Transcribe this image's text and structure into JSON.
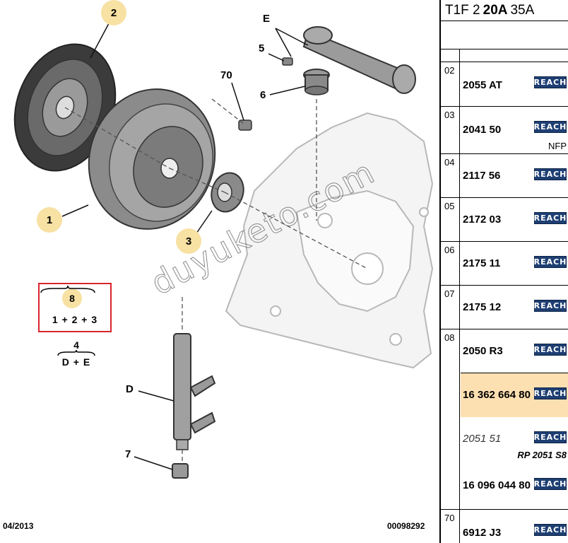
{
  "diagram": {
    "callouts": {
      "c1": "1",
      "c2": "2",
      "c3": "3",
      "c5": "5",
      "c6": "6",
      "c7": "7",
      "cE": "E",
      "cD": "D",
      "c70": "70"
    },
    "kit": {
      "number": "8",
      "formula": "1 + 2 + 3"
    },
    "sub_kit": {
      "number": "4",
      "formula": "D + E"
    },
    "watermark": "duyuketo.com",
    "footer_date": "04/2013",
    "footer_code": "00098292"
  },
  "panel": {
    "header": {
      "part1": "T1F 2",
      "part2": "20A",
      "part3": "35A"
    },
    "rows": [
      {
        "idx": "02",
        "ref": "2055 AT",
        "reach": "REACH"
      },
      {
        "idx": "03",
        "ref": "2041 50",
        "reach": "REACH",
        "note": "NFP"
      },
      {
        "idx": "04",
        "ref": "2117 56",
        "reach": "REACH"
      },
      {
        "idx": "05",
        "ref": "2172 03",
        "reach": "REACH"
      },
      {
        "idx": "06",
        "ref": "2175 11",
        "reach": "REACH"
      },
      {
        "idx": "07",
        "ref": "2175 12",
        "reach": "REACH"
      },
      {
        "idx": "08",
        "ref": "2050 R3",
        "reach": "REACH"
      },
      {
        "idx": "",
        "ref": "16 362 664 80",
        "reach": "REACH"
      },
      {
        "idx": "",
        "ref": "2051 51",
        "reach": "REACH",
        "note": "RP 2051 S8",
        "ref2": "16 096 044 80",
        "reach2": "REACH"
      },
      {
        "idx": "70",
        "ref": "6912 J3",
        "reach": "REACH"
      }
    ]
  },
  "colors": {
    "highlight": "#fde0b2",
    "callout_bubble": "#f7e1a3",
    "kit_border": "#d8262c",
    "reach_badge": "#1e3f73"
  }
}
